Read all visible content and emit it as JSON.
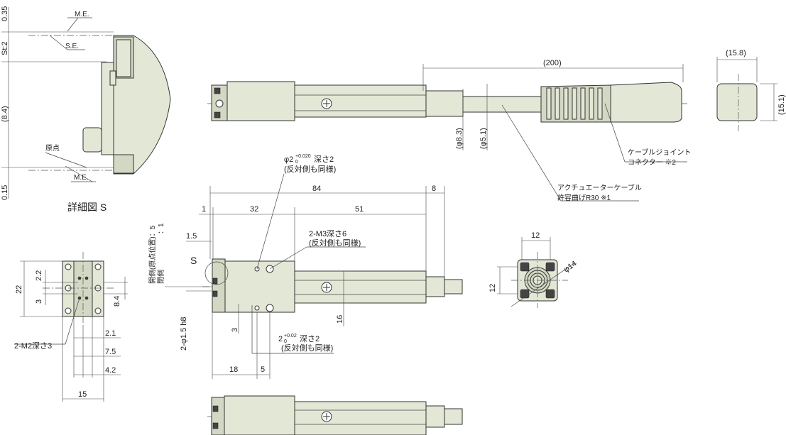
{
  "detail_s": {
    "title": "詳細図 S",
    "me_top": "M.E.",
    "se": "S.E.",
    "origin": "原点",
    "me_bottom": "M.E.",
    "dim_035": "0.35",
    "dim_st2": "St:2",
    "dim_84": "(8.4)",
    "dim_015": "0.15"
  },
  "top_view": {
    "dim_200": "(200)",
    "dim_83": "(φ8.3)",
    "dim_51": "(φ5.1)",
    "joint_label_1": "ケーブルジョイント",
    "joint_label_2": "コネクター ※2",
    "cable_label_1": "アクチュエーターケーブル",
    "cable_label_2": "許容曲げR30 ※1"
  },
  "connector_view": {
    "dim_158": "(15.8)",
    "dim_151": "(15.1)"
  },
  "main_view": {
    "hole_phi2_a": "φ2",
    "hole_phi2_a_tol_upper": "+0.020",
    "hole_phi2_a_tol_lower": "0",
    "hole_phi2_a_depth": "深さ2",
    "hole_phi2_a_note": "(反対側も同様)",
    "dim_84": "84",
    "dim_8": "8",
    "dim_1": "1",
    "dim_32": "32",
    "dim_51": "51",
    "dim_15": "1.5",
    "m3_label": "2-M3深さ6",
    "m3_note": "(反対側も同様)",
    "s_label": "S",
    "side_label_1": "開側(原点位置)：5",
    "side_label_2": "閉側　　　　　：1",
    "pin_label": "2-φ1.5 h8",
    "dim_16": "16",
    "dim_3": "3",
    "hole_phi2_b": "2",
    "hole_phi2_b_tol_upper": "+0.02",
    "hole_phi2_b_tol_lower": "0",
    "hole_phi2_b_depth": "深さ2",
    "hole_phi2_b_note": "(反対側も同様)",
    "dim_18": "18",
    "dim_5": "5"
  },
  "end_view": {
    "dim_22": "22",
    "dim_22b": "2.2",
    "dim_3": "3",
    "dim_84": "8.4",
    "m2_label": "2-M2深さ3",
    "dim_21": "2.1",
    "dim_75": "7.5",
    "dim_42": "4.2",
    "dim_15": "15"
  },
  "front_view": {
    "dim_12_top": "12",
    "dim_12_left": "12",
    "dim_phi14": "φ14"
  }
}
